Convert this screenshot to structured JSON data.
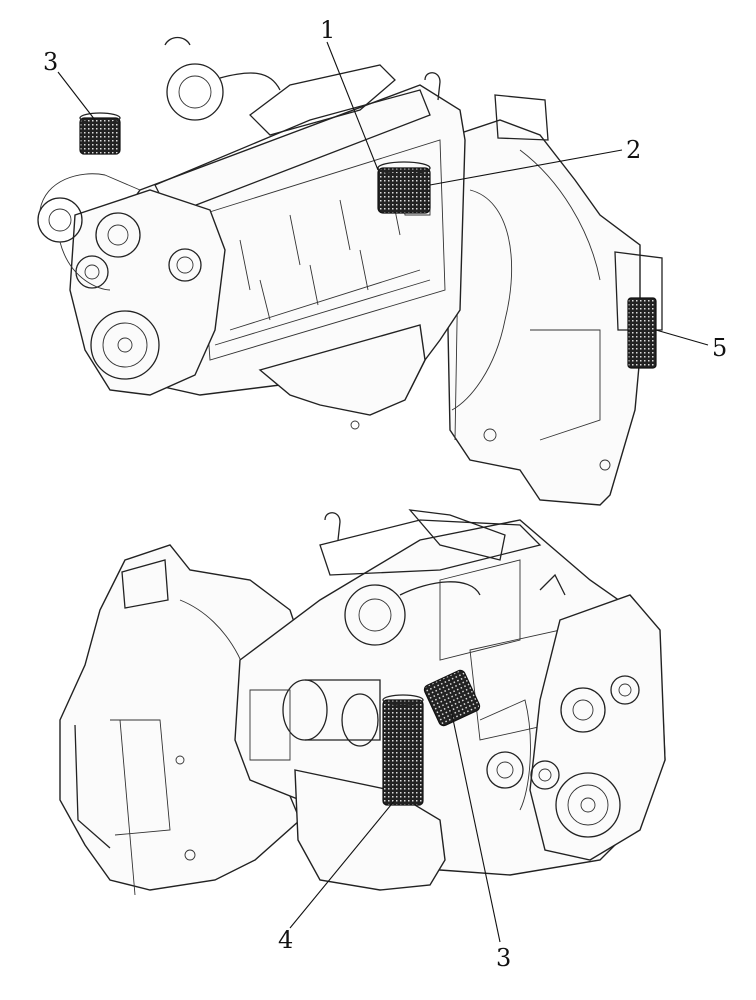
{
  "figure": {
    "top_view": {
      "callouts": [
        {
          "id": "c1",
          "label": "1",
          "part": "filter-element-1"
        },
        {
          "id": "c2",
          "label": "2",
          "part": "filter-element-2"
        },
        {
          "id": "c3a",
          "label": "3",
          "part": "filter-element-3"
        },
        {
          "id": "c5",
          "label": "5",
          "part": "filter-element-5"
        }
      ]
    },
    "bottom_view": {
      "callouts": [
        {
          "id": "c4",
          "label": "4",
          "part": "filter-element-4"
        },
        {
          "id": "c3b",
          "label": "3",
          "part": "filter-element-3"
        }
      ]
    }
  }
}
